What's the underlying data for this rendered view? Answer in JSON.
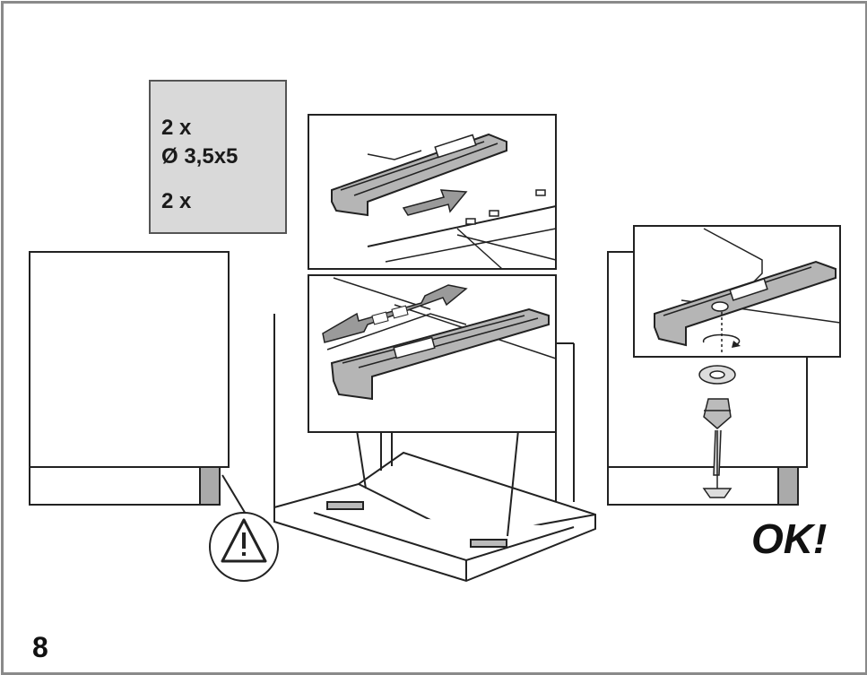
{
  "parts": {
    "screw_qty": "2 x",
    "screw_size": "Ø 3,5x5",
    "washer_qty": "2 x"
  },
  "result_label": "OK!",
  "step_number": "8",
  "icons": [
    "screw-icon",
    "washer-icon",
    "warning-triangle-icon",
    "rotate-arrow-icon",
    "slide-arrow-icon"
  ],
  "colors": {
    "frame": "#8a8a8a",
    "parts_bg": "#d9d9d9",
    "arrow_fill": "#9a9a9a",
    "bracket_fill": "#b5b5b5"
  }
}
